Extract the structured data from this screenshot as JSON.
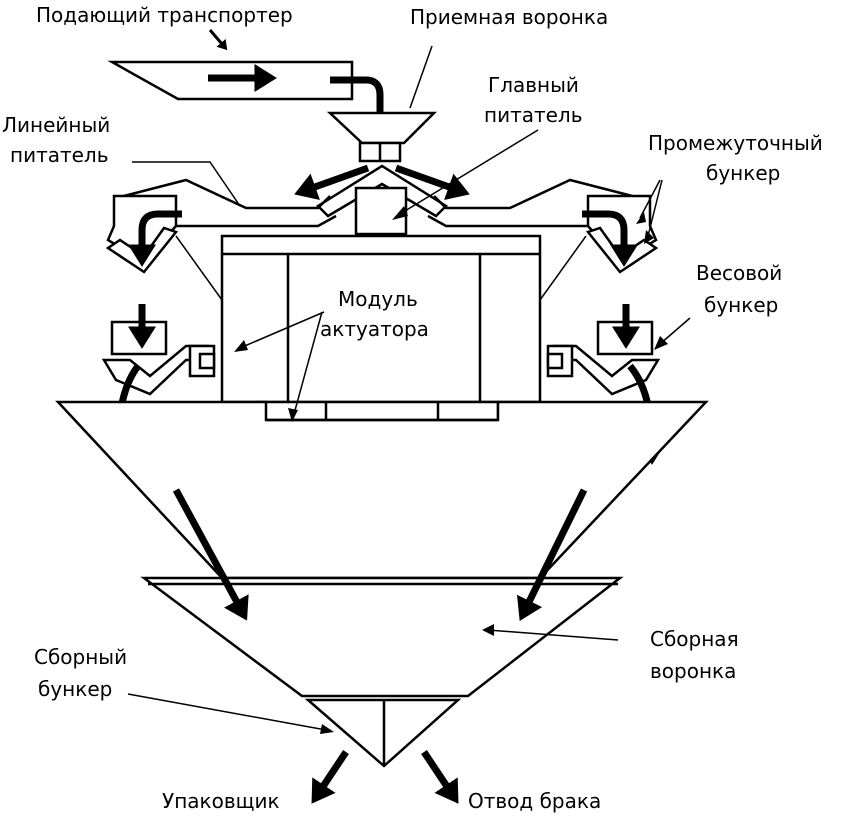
{
  "labels": {
    "feed_conveyor": "Подающий транспортер",
    "receiving_funnel": "Приемная воронка",
    "main_feeder_line1": "Главный",
    "main_feeder_line2": "питатель",
    "linear_feeder_line1": "Линейный",
    "linear_feeder_line2": "питатель",
    "intermediate_hopper_line1": "Промежуточный",
    "intermediate_hopper_line2": "бункер",
    "weigh_hopper_line1": "Весовой",
    "weigh_hopper_line2": "бункер",
    "actuator_module_line1": "Модуль",
    "actuator_module_line2": "актуатора",
    "collecting_funnel_line1": "Сборная",
    "collecting_funnel_line2": "воронка",
    "collecting_hopper_line1": "Сборный",
    "collecting_hopper_line2": "бункер",
    "packer": "Упаковщик",
    "reject_discharge": "Отвод брака"
  }
}
